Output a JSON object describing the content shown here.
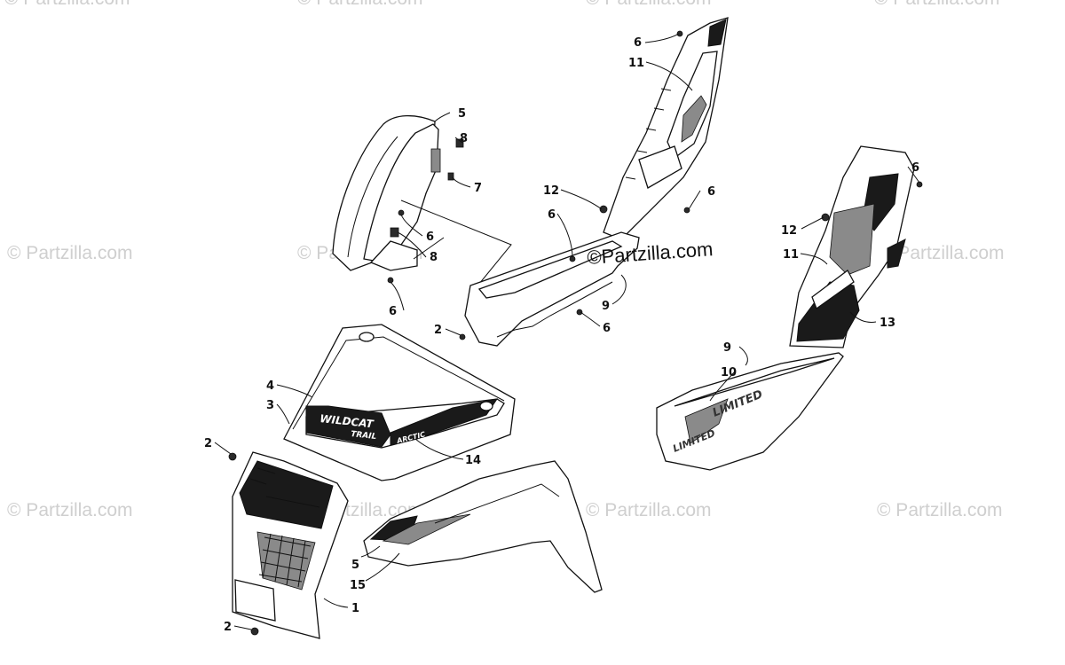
{
  "watermark": "© Partzilla.com",
  "watermark_main": "©Partzilla.com",
  "decals": {
    "hood_decal_primary": "WILDCAT",
    "hood_decal_secondary": "TRAIL",
    "hood_decal_small": "ARCTIC",
    "panel_decal": "LIMITED"
  },
  "callouts": {
    "c1": "1",
    "c2a": "2",
    "c2b": "2",
    "c2c": "2",
    "c3": "3",
    "c4": "4",
    "c5a": "5",
    "c5b": "5",
    "c6a": "6",
    "c6b": "6",
    "c6c": "6",
    "c6d": "6",
    "c6e": "6",
    "c6f": "6",
    "c6g": "6",
    "c7": "7",
    "c8a": "8",
    "c8b": "8",
    "c9a": "9",
    "c9b": "9",
    "c10": "10",
    "c11a": "11",
    "c11b": "11",
    "c12a": "12",
    "c12b": "12",
    "c13": "13",
    "c14": "14",
    "c15": "15"
  }
}
